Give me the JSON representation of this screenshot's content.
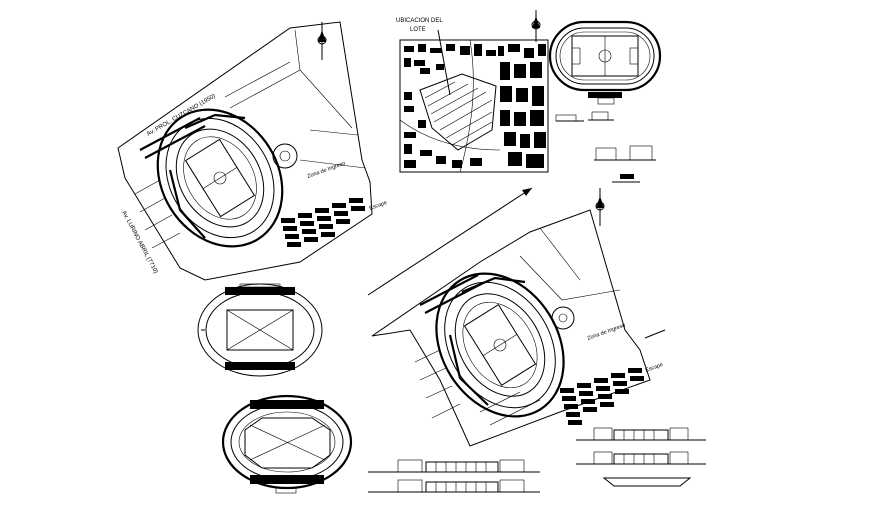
{
  "labels": {
    "ubicacion": "UBICACION DEL",
    "lote": "LOTE",
    "avenue_top": "Av. PROL. CUZCANO (1950)",
    "avenue_left": "Av. LURINO ABRIL (7710)",
    "zona": "Zona de Ingreso",
    "escape": "Escape",
    "zona_main": "Zona de Ingreso",
    "escape_main": "Escape"
  }
}
